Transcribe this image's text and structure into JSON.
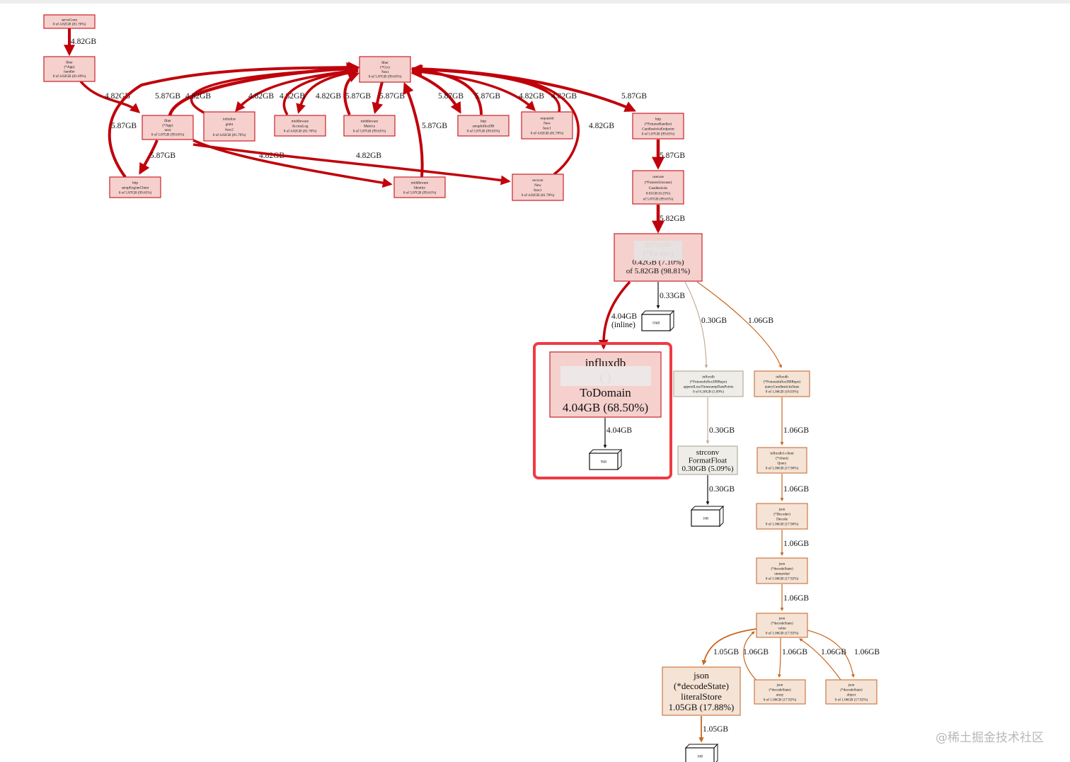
{
  "palette": {
    "hot_fill": "#f5d0cd",
    "hot_stroke": "#c8232c",
    "hot_edge": "#c0000a",
    "warm_fill": "#f5e3d5",
    "warm_stroke": "#cc7a44",
    "warm_edge": "#c8661e",
    "grey_fill": "#efede8",
    "grey_stroke": "#b5ada2",
    "grey_edge": "#bfae9c",
    "black_edge": "#111111",
    "highlight": "#ee3b43"
  },
  "nodes": [
    {
      "id": "serveconn",
      "kind": "hot",
      "lines": [
        "serveConn",
        "0 of 4.82GB (81.70%)"
      ]
    },
    {
      "id": "fiber-app-handler",
      "kind": "hot",
      "lines": [
        "fiber",
        "(*App)",
        "handler",
        "0 of 4.82GB (81.69%)"
      ]
    },
    {
      "id": "fiber-ctx-next",
      "kind": "hot",
      "lines": [
        "fiber",
        "(*Ctx)",
        "Next",
        "0 of 5.87GB (99.65%)"
      ]
    },
    {
      "id": "fiber-app-next",
      "kind": "hot",
      "lines": [
        "fiber",
        "(*App)",
        "next",
        "0 of 5.87GB (99.65%)"
      ]
    },
    {
      "id": "initialize-glob",
      "kind": "hot",
      "lines": [
        "initialize",
        "globt",
        "func2",
        "0 of 4.82GB (81.70%)"
      ]
    },
    {
      "id": "middleware-accesslog",
      "kind": "hot",
      "lines": [
        "middleware",
        "AccessLog",
        "0 of 4.82GB (81.70%)"
      ]
    },
    {
      "id": "middleware-metrics",
      "kind": "hot",
      "lines": [
        "middleware",
        "Metrics",
        "0 of 5.87GB (99.65%)"
      ]
    },
    {
      "id": "http-setupinfluxdb",
      "kind": "hot",
      "lines": [
        "http",
        "setupInfluxDB",
        "0 of 5.87GB (99.65%)"
      ]
    },
    {
      "id": "requestid-new",
      "kind": "hot",
      "lines": [
        "requestid",
        "New",
        "func1",
        "0 of 4.82GB (81.70%)"
      ]
    },
    {
      "id": "http-futureshandler",
      "kind": "hot",
      "lines": [
        "http",
        "(*FuturesHandler)",
        "CandlesticksEndpoint",
        "0 of 5.87GB (99.65%)"
      ]
    },
    {
      "id": "http-setupengineclient",
      "kind": "hot",
      "lines": [
        "http",
        "setupEngineClient",
        "0 of 5.87GB (99.65%)"
      ]
    },
    {
      "id": "middleware-identity",
      "kind": "hot",
      "lines": [
        "middleware",
        "Identity",
        "0 of 5.87GB (99.61%)"
      ]
    },
    {
      "id": "recover-new",
      "kind": "hot",
      "lines": [
        "recover",
        "New",
        "func1",
        "0 of 4.82GB (81.70%)"
      ]
    },
    {
      "id": "usecase-candlesticks",
      "kind": "hot",
      "lines": [
        "usecase",
        "(*FuturesUsecase)",
        "Candlesticks",
        "0.01GB (0.25%)",
        "of 5.87GB (99.61%)"
      ]
    },
    {
      "id": "influxdb-repo",
      "kind": "hot",
      "lines": [
        "influxdb",
        "(*Fu                      epo)",
        "0.42GB (7.10%)",
        "of 5.82GB (98.81%)"
      ]
    },
    {
      "id": "influxdb-todomain",
      "kind": "hot",
      "lines": [
        "influxdb",
        "(                          )",
        "ToDomain",
        "4.04GB (68.50%)"
      ]
    },
    {
      "id": "influxdb-append",
      "kind": "grey",
      "lines": [
        "influxdb",
        "(*FuturesInfluxDBRepo)",
        "appendLossTimestampDataPoints",
        "0 of 0.30GB (5.09%)"
      ]
    },
    {
      "id": "strconv-formatfloat",
      "kind": "grey",
      "lines": [
        "strconv",
        "FormatFloat",
        "0.30GB (5.09%)"
      ]
    },
    {
      "id": "influxdb-query",
      "kind": "warm",
      "lines": [
        "influxdb",
        "(*FuturesInfluxDBRepo)",
        "queryCandlesticksStats",
        "0 of 1.06GB (18.03%)"
      ]
    },
    {
      "id": "influxdb1-client-query",
      "kind": "warm",
      "lines": [
        "influxdb1-client",
        "(*client)",
        "Query",
        "0 of 1.06GB (17.96%)"
      ]
    },
    {
      "id": "json-decoder-decode",
      "kind": "warm",
      "lines": [
        "json",
        "(*Decoder)",
        "Decode",
        "0 of 1.06GB (17.96%)"
      ]
    },
    {
      "id": "json-unmarshal",
      "kind": "warm",
      "lines": [
        "json",
        "(*decodeState)",
        "unmarshal",
        "0 of 1.06GB (17.92%)"
      ]
    },
    {
      "id": "json-value",
      "kind": "warm",
      "lines": [
        "json",
        "(*decodeState)",
        "value",
        "0 of 1.06GB (17.92%)"
      ]
    },
    {
      "id": "json-literalstore",
      "kind": "warm",
      "lines": [
        "json",
        "(*decodeState)",
        "literalStore",
        "1.05GB (17.88%)"
      ]
    },
    {
      "id": "json-array",
      "kind": "warm",
      "lines": [
        "json",
        "(*decodeState)",
        "array",
        "0 of 1.06GB (17.92%)"
      ]
    },
    {
      "id": "json-object",
      "kind": "warm",
      "lines": [
        "json",
        "(*decodeState)",
        "object",
        "0 of 1.06GB (17.92%)"
      ]
    }
  ],
  "leaves": [
    {
      "id": "leaf-10kb",
      "label": "10kB"
    },
    {
      "id": "leaf-9kb",
      "label": "9kB"
    },
    {
      "id": "leaf-16b-a",
      "label": "16B"
    },
    {
      "id": "leaf-16b-b",
      "label": "16B"
    }
  ],
  "edges": [
    {
      "id": "e-serve-handler",
      "label": "4.82GB"
    },
    {
      "id": "e-handler-appnext",
      "label": "4.82GB"
    },
    {
      "id": "e-appnext-ctx",
      "label": "5.87GB"
    },
    {
      "id": "e-glob-ctx",
      "label": "4.82GB"
    },
    {
      "id": "e-ctx-glob",
      "label": "4.82GB"
    },
    {
      "id": "e-ctx-access",
      "label": "4.82GB"
    },
    {
      "id": "e-access-ctx",
      "label": "4.82GB"
    },
    {
      "id": "e-ctx-metrics",
      "label": "5.87GB"
    },
    {
      "id": "e-metrics-ctx",
      "label": "5.87GB"
    },
    {
      "id": "e-identity-ctx",
      "label": "5.87GB"
    },
    {
      "id": "e-ctx-setupinflux",
      "label": "5.87GB"
    },
    {
      "id": "e-setupinflux-ctx",
      "label": "5.87GB"
    },
    {
      "id": "e-ctx-requestid",
      "label": "4.82GB"
    },
    {
      "id": "e-requestid-ctx",
      "label": "4.82GB"
    },
    {
      "id": "e-ctx-handler",
      "label": "5.87GB"
    },
    {
      "id": "e-recover-ctx",
      "label": "4.82GB"
    },
    {
      "id": "e-engine-ctx",
      "label": "5.87GB"
    },
    {
      "id": "e-appnext-engine",
      "label": "5.87GB"
    },
    {
      "id": "e-appnext-identity",
      "label": "4.82GB"
    },
    {
      "id": "e-appnext-recover",
      "label": "4.82GB"
    },
    {
      "id": "e-handler-usecase",
      "label": "5.87GB"
    },
    {
      "id": "e-usecase-repo",
      "label": "5.82GB"
    },
    {
      "id": "e-repo-todomain",
      "label": "4.04GB\n(inline)"
    },
    {
      "id": "e-repo-10kb",
      "label": "0.33GB"
    },
    {
      "id": "e-repo-append",
      "label": "0.30GB"
    },
    {
      "id": "e-repo-query",
      "label": "1.06GB"
    },
    {
      "id": "e-todomain-9kb",
      "label": "4.04GB"
    },
    {
      "id": "e-append-strconv",
      "label": "0.30GB"
    },
    {
      "id": "e-strconv-16b",
      "label": "0.30GB"
    },
    {
      "id": "e-query-client",
      "label": "1.06GB"
    },
    {
      "id": "e-client-decode",
      "label": "1.06GB"
    },
    {
      "id": "e-decode-unmarshal",
      "label": "1.06GB"
    },
    {
      "id": "e-unmarshal-value",
      "label": "1.06GB"
    },
    {
      "id": "e-value-literal",
      "label": "1.05GB"
    },
    {
      "id": "e-value-array",
      "label": "1.06GB"
    },
    {
      "id": "e-array-value",
      "label": "1.06GB"
    },
    {
      "id": "e-value-object",
      "label": "1.06GB"
    },
    {
      "id": "e-object-value",
      "label": "1.06GB"
    },
    {
      "id": "e-literal-16b",
      "label": "1.05GB"
    }
  ],
  "watermark": "@稀土掘金技术社区"
}
